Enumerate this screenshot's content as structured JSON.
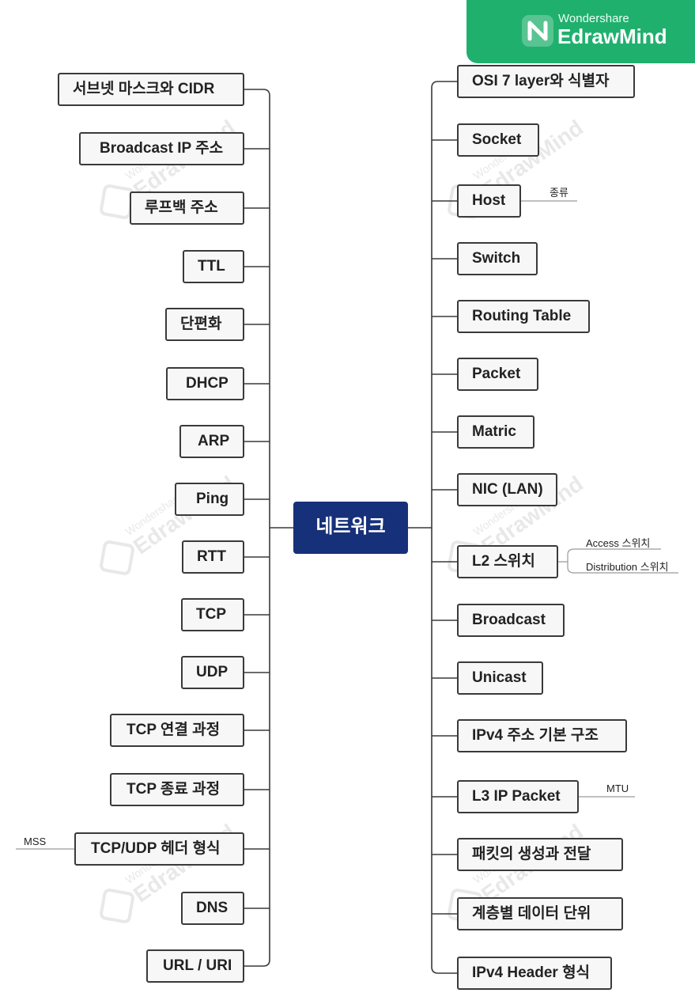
{
  "brand": {
    "top": "Wondershare",
    "main": "EdrawMind",
    "color": "#20b06e"
  },
  "root": {
    "label": "네트워크",
    "color": "#17307a"
  },
  "watermark": {
    "top": "Wondershare",
    "main": "EdrawMind"
  },
  "left_topics": [
    "서브넷 마스크와 CIDR",
    "Broadcast IP 주소",
    "루프백 주소",
    "TTL",
    "단편화",
    "DHCP",
    "ARP",
    "Ping",
    "RTT",
    "TCP",
    "UDP",
    "TCP 연결 과정",
    "TCP 종료 과정",
    "TCP/UDP 헤더 형식",
    "DNS",
    "URL / URI"
  ],
  "right_topics": [
    "OSI 7 layer와 식별자",
    "Socket",
    "Host",
    "Switch",
    "Routing Table",
    "Packet",
    "Matric",
    "NIC (LAN)",
    "L2 스위치",
    "Broadcast",
    "Unicast",
    "IPv4 주소 기본 구조",
    "L3 IP Packet",
    "패킷의 생성과 전달",
    "계층별 데이터 단위",
    "IPv4 Header 형식"
  ],
  "subtopics": {
    "host": "종류",
    "l2_access": "Access 스위치",
    "l2_distribution": "Distribution 스위치",
    "l3_mtu": "MTU",
    "tcpudp_mss": "MSS"
  }
}
